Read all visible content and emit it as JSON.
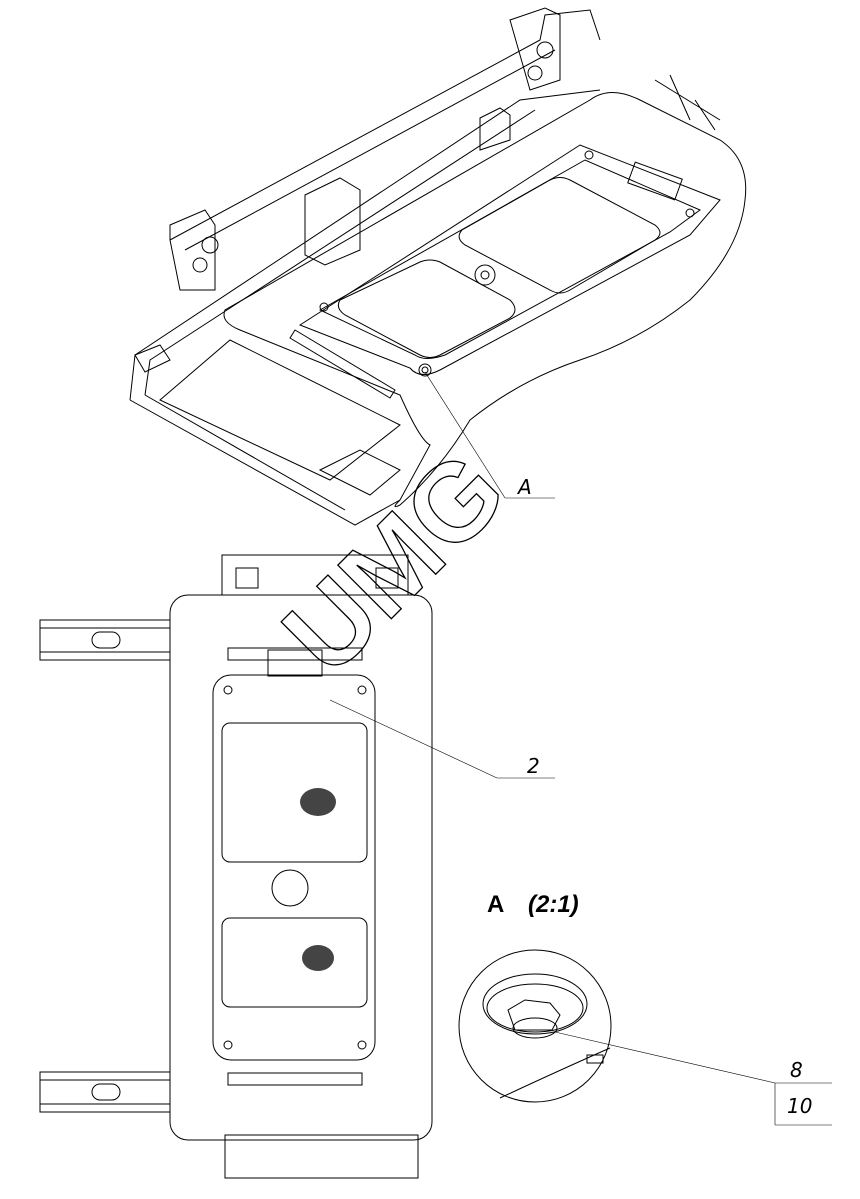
{
  "drawing": {
    "iso_view": {
      "callout_label": "A"
    },
    "plan_view": {
      "callout_label": "2"
    },
    "detail_view": {
      "title": "A",
      "scale": "(2:1)",
      "callout_top": "8",
      "callout_bottom": "10"
    },
    "watermark": "UMG"
  }
}
